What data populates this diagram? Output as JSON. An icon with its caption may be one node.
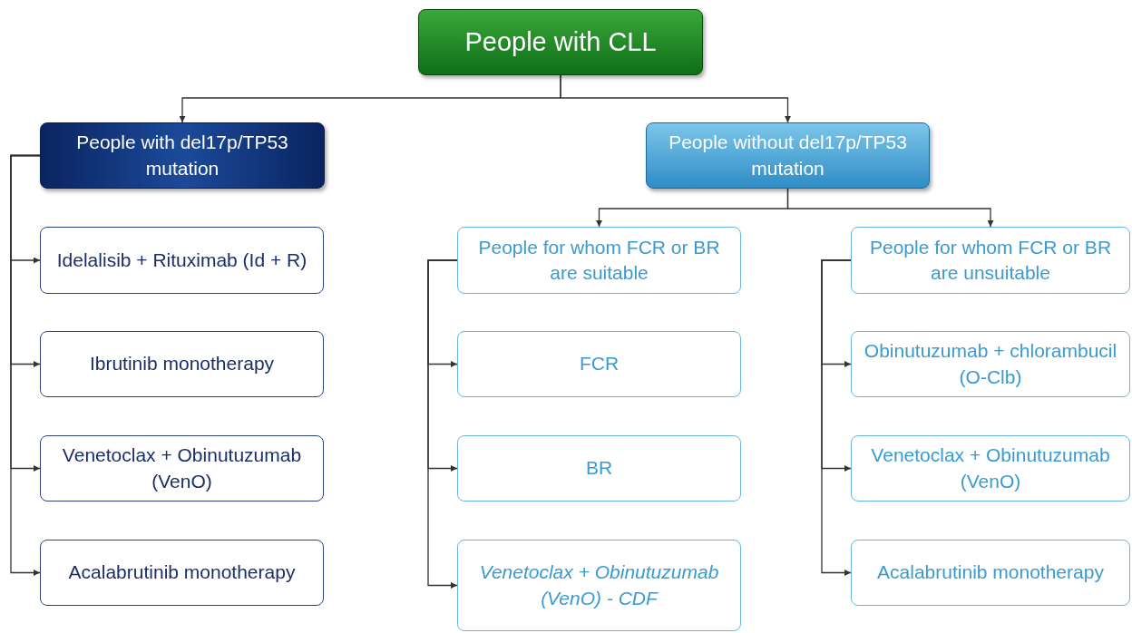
{
  "diagram": {
    "nodes": [
      {
        "text": [
          "People with CLL"
        ]
      },
      {
        "text": [
          "People with del17p/TP53 mutation"
        ]
      },
      {
        "text": [
          "People without del17p/TP53 mutation"
        ]
      },
      {
        "text": [
          "Idelalisib + Rituximab (Id + R)"
        ]
      },
      {
        "text": [
          "Ibrutinib monotherapy"
        ]
      },
      {
        "text": [
          "Venetoclax + Obinutuzumab (VenO)"
        ]
      },
      {
        "text": [
          "Acalabrutinib monotherapy"
        ]
      },
      {
        "text": [
          "People for whom FCR or BR are suitable"
        ]
      },
      {
        "text": [
          "FCR"
        ]
      },
      {
        "text": [
          "BR"
        ]
      },
      {
        "text": [
          "Venetoclax + Obinutuzumab (VenO) - CDF"
        ]
      },
      {
        "text": [
          "People for whom FCR or BR are unsuitable"
        ]
      },
      {
        "text": [
          "Obinutuzumab + chlorambucil (O-Clb)"
        ]
      },
      {
        "text": [
          "Venetoclax + Obinutuzumab (VenO)"
        ]
      },
      {
        "text": [
          "Acalabrutinib monotherapy"
        ]
      }
    ],
    "edges": [
      {
        "from": 0,
        "to": 1,
        "arrow": "to"
      },
      {
        "from": 0,
        "to": 2,
        "arrow": "to"
      },
      {
        "from": 1,
        "to": 3,
        "arrow": "to"
      },
      {
        "from": 1,
        "to": 4,
        "arrow": "to"
      },
      {
        "from": 1,
        "to": 5,
        "arrow": "to"
      },
      {
        "from": 1,
        "to": 6,
        "arrow": "to"
      },
      {
        "from": 2,
        "to": 7,
        "arrow": "to"
      },
      {
        "from": 2,
        "to": 11,
        "arrow": "to"
      },
      {
        "from": 7,
        "to": 8,
        "arrow": "to"
      },
      {
        "from": 7,
        "to": 9,
        "arrow": "to"
      },
      {
        "from": 7,
        "to": 10,
        "arrow": "to"
      },
      {
        "from": 11,
        "to": 12,
        "arrow": "to"
      },
      {
        "from": 11,
        "to": 13,
        "arrow": "to"
      },
      {
        "from": 11,
        "to": 14,
        "arrow": "to"
      }
    ]
  }
}
